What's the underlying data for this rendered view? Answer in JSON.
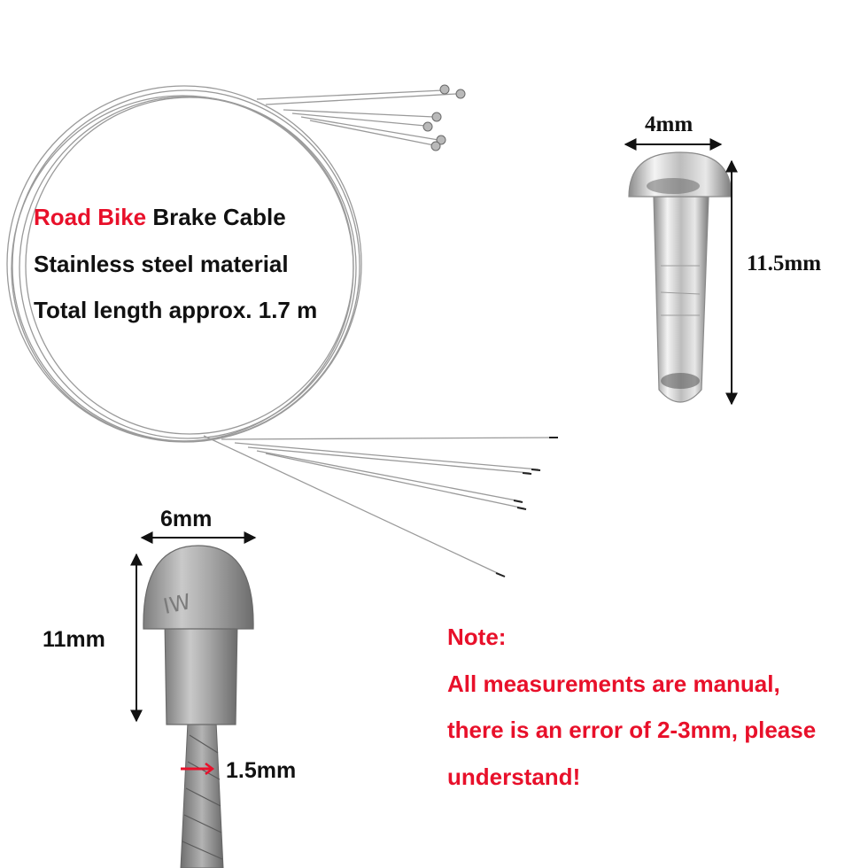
{
  "features": {
    "line1_highlight": "Road Bike",
    "line1_rest": " Brake Cable",
    "line2": "Stainless steel material",
    "line3": "Total length approx. 1.7 m"
  },
  "end_cap": {
    "width_label": "4mm",
    "length_label": "11.5mm"
  },
  "cable_head": {
    "width_label": "6mm",
    "height_label": "11mm",
    "wire_label": "1.5mm"
  },
  "note": {
    "title": "Note:",
    "line1": "All measurements are manual,",
    "line2": "there is an error of 2-3mm, please",
    "line3": "understand!"
  },
  "colors": {
    "accent": "#e8102a",
    "text": "#111111",
    "metal": "#9a9a9a"
  }
}
